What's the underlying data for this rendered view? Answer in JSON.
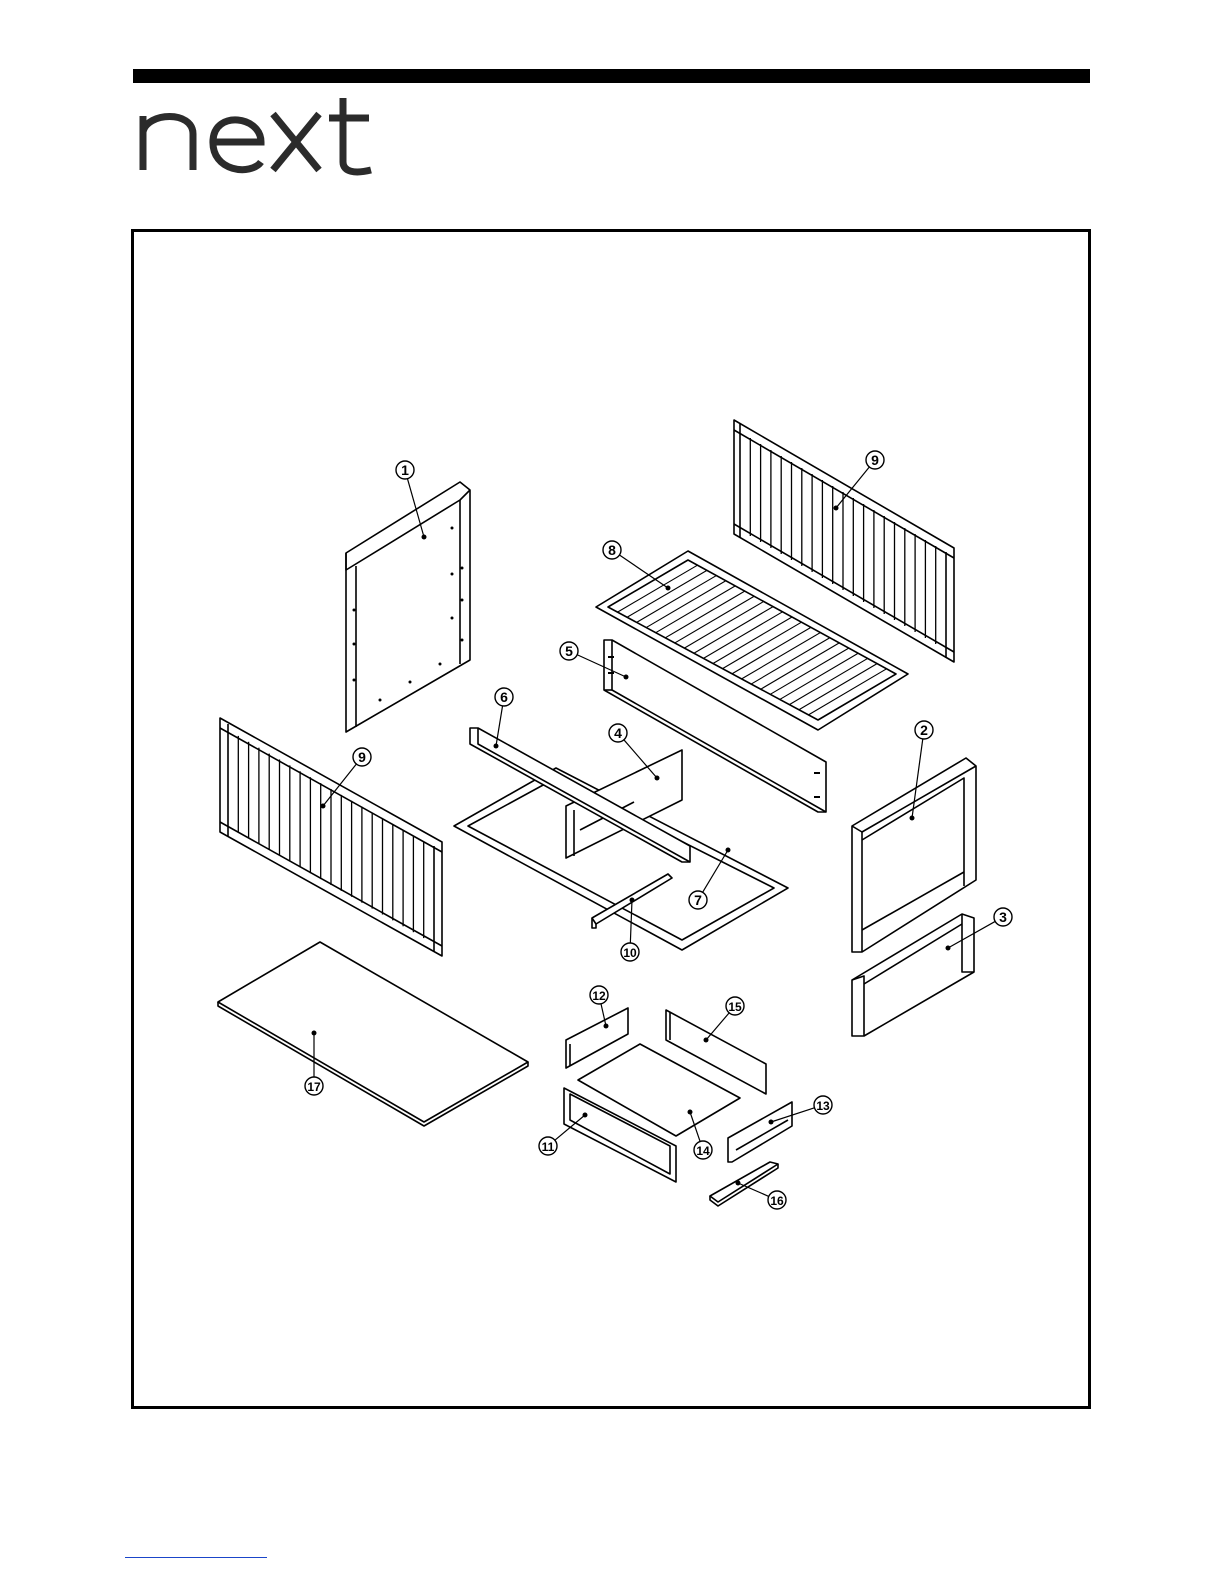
{
  "brand": {
    "logo_text": "next"
  },
  "diagram": {
    "part_labels": [
      "1",
      "2",
      "3",
      "4",
      "5",
      "6",
      "7",
      "8",
      "9",
      "9",
      "10",
      "11",
      "12",
      "13",
      "14",
      "15",
      "16",
      "17"
    ]
  }
}
